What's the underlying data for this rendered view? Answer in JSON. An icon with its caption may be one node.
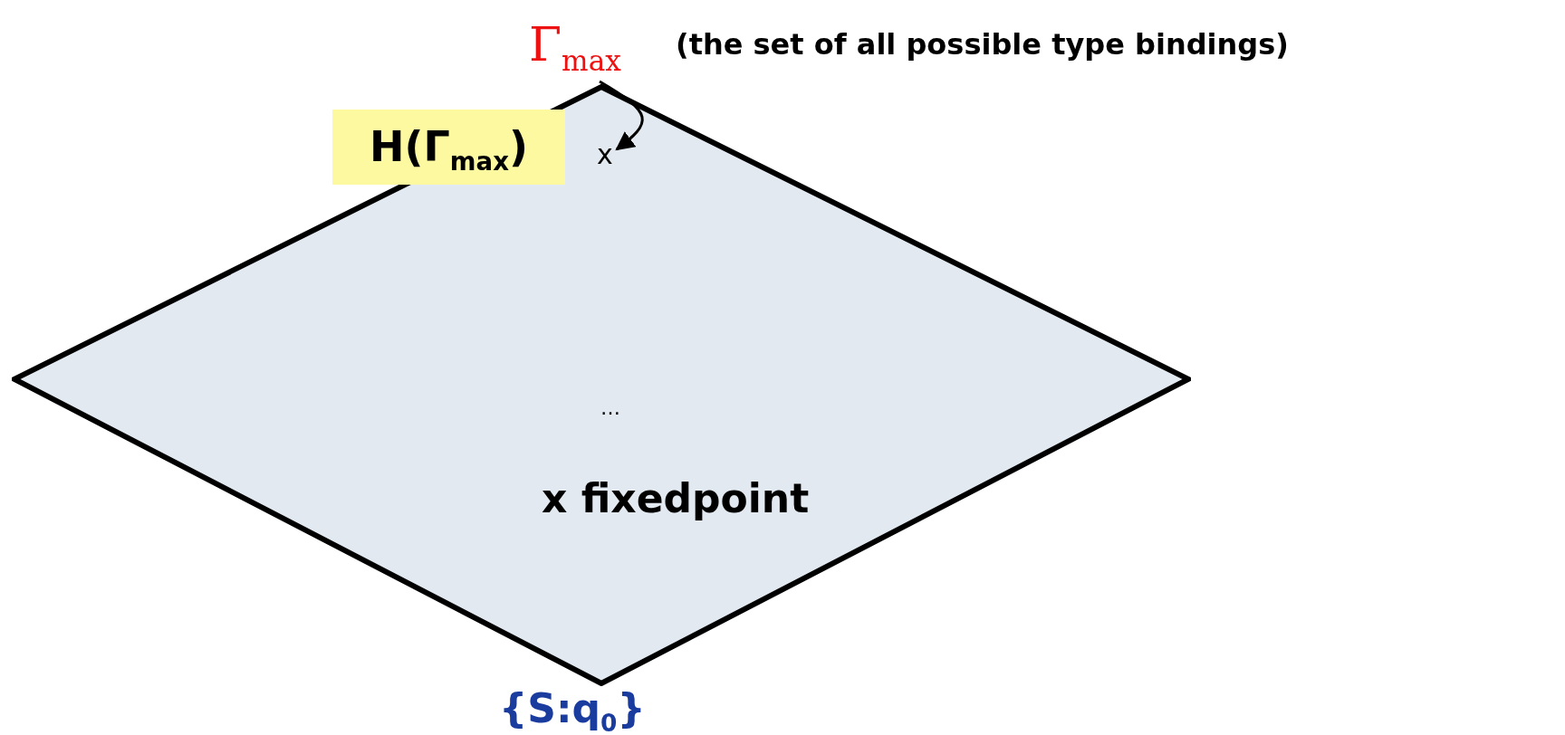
{
  "diagram": {
    "nodes": [
      {
        "text": [
          "…",
          "x fixedpoint"
        ]
      },
      {
        "text": [
          "Γ$_{max}$",
          "(the set of all possible type bindings)"
        ]
      },
      {
        "text": [
          "x"
        ],
        "in": 0,
        "beside": [
          "H(Γ$_{max}$)"
        ]
      }
    ],
    "edges": [
      {
        "from": 1,
        "to": 2,
        "arrow": "to"
      }
    ],
    "labels": [
      "{S:q$_{0}$}"
    ]
  }
}
